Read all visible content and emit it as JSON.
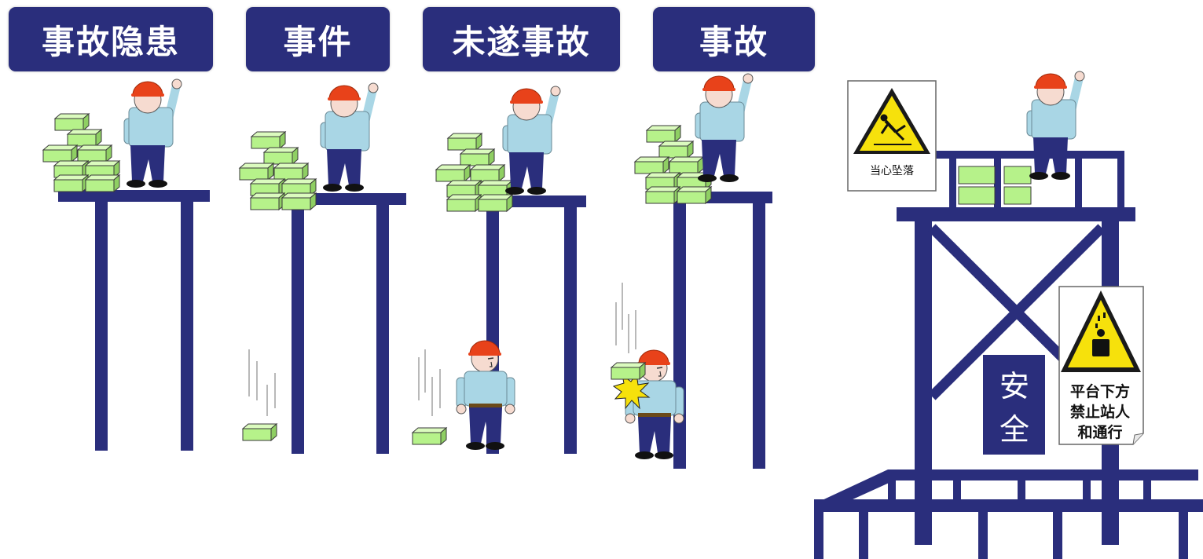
{
  "stages": [
    {
      "label": "事故隐患"
    },
    {
      "label": "事件"
    },
    {
      "label": "未遂事故"
    },
    {
      "label": "事故"
    }
  ],
  "signs": {
    "caution_fall": "当心坠落",
    "no_standing_lines": [
      "平台下方",
      "禁止站人",
      "和通行"
    ],
    "safety_lines": [
      "安",
      "全"
    ]
  },
  "colors": {
    "navy": "#2a2e7c",
    "helmet": "#e8421a",
    "shirt": "#a9d6e5",
    "brick": "#b6f28a",
    "sign_yellow": "#f6e10c"
  }
}
